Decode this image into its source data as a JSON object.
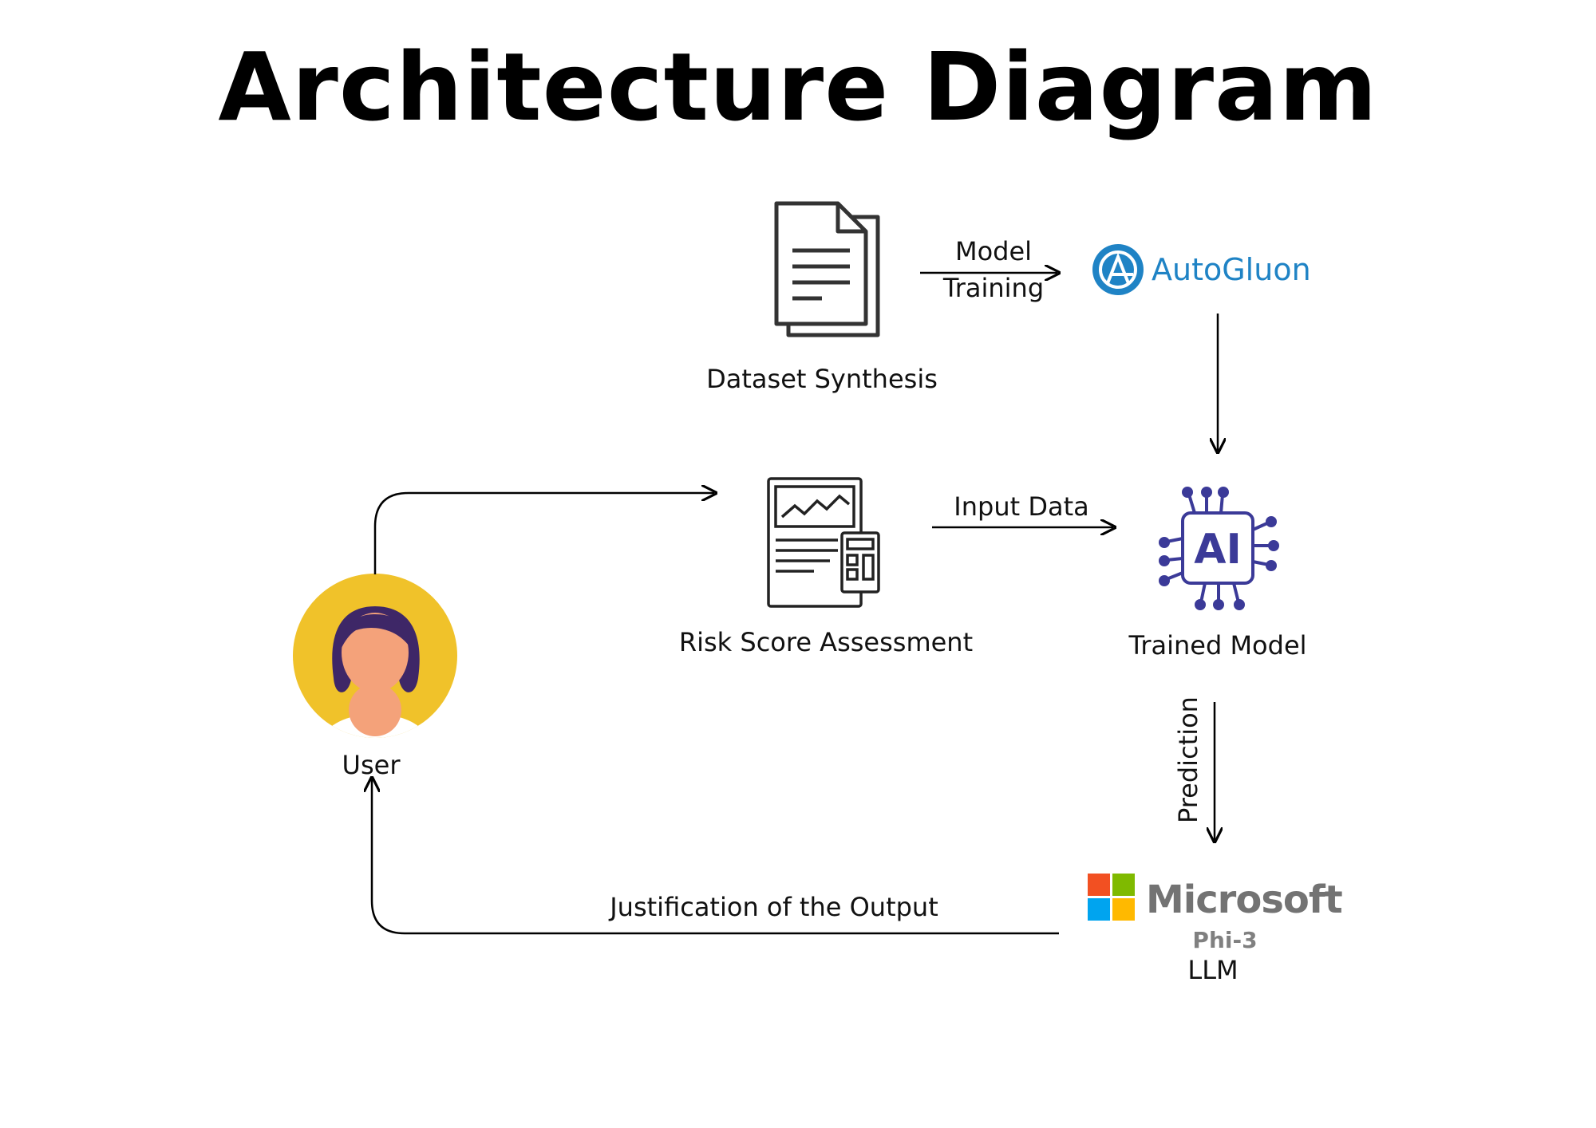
{
  "title": "Architecture Diagram",
  "nodes": {
    "dataset": {
      "label": "Dataset Synthesis",
      "icon": "document-icon"
    },
    "autogluon": {
      "brand": "AutoGluon",
      "icon": "autogluon-logo"
    },
    "risk": {
      "label": "Risk Score Assessment",
      "icon": "report-calculator-icon"
    },
    "trained_model": {
      "label": "Trained Model",
      "icon": "ai-chip-icon"
    },
    "llm": {
      "brand": "Microsoft",
      "sub": "Phi-3",
      "label": "LLM",
      "icon": "microsoft-logo"
    },
    "user": {
      "label": "User",
      "icon": "user-avatar-icon"
    }
  },
  "edges": {
    "model_training_1": "Model",
    "model_training_2": "Training",
    "input_data": "Input Data",
    "prediction": "Prediction",
    "justification": "Justification of the Output"
  },
  "colors": {
    "autogluon_blue": "#1f83c5",
    "ai_chip_purple": "#3b3a98",
    "user_yellow": "#f0c22a",
    "user_hair": "#3e2767",
    "user_skin": "#f4a27a",
    "ms_red": "#f25022",
    "ms_green": "#7fba00",
    "ms_blue": "#00a4ef",
    "ms_yellow": "#ffb900"
  }
}
